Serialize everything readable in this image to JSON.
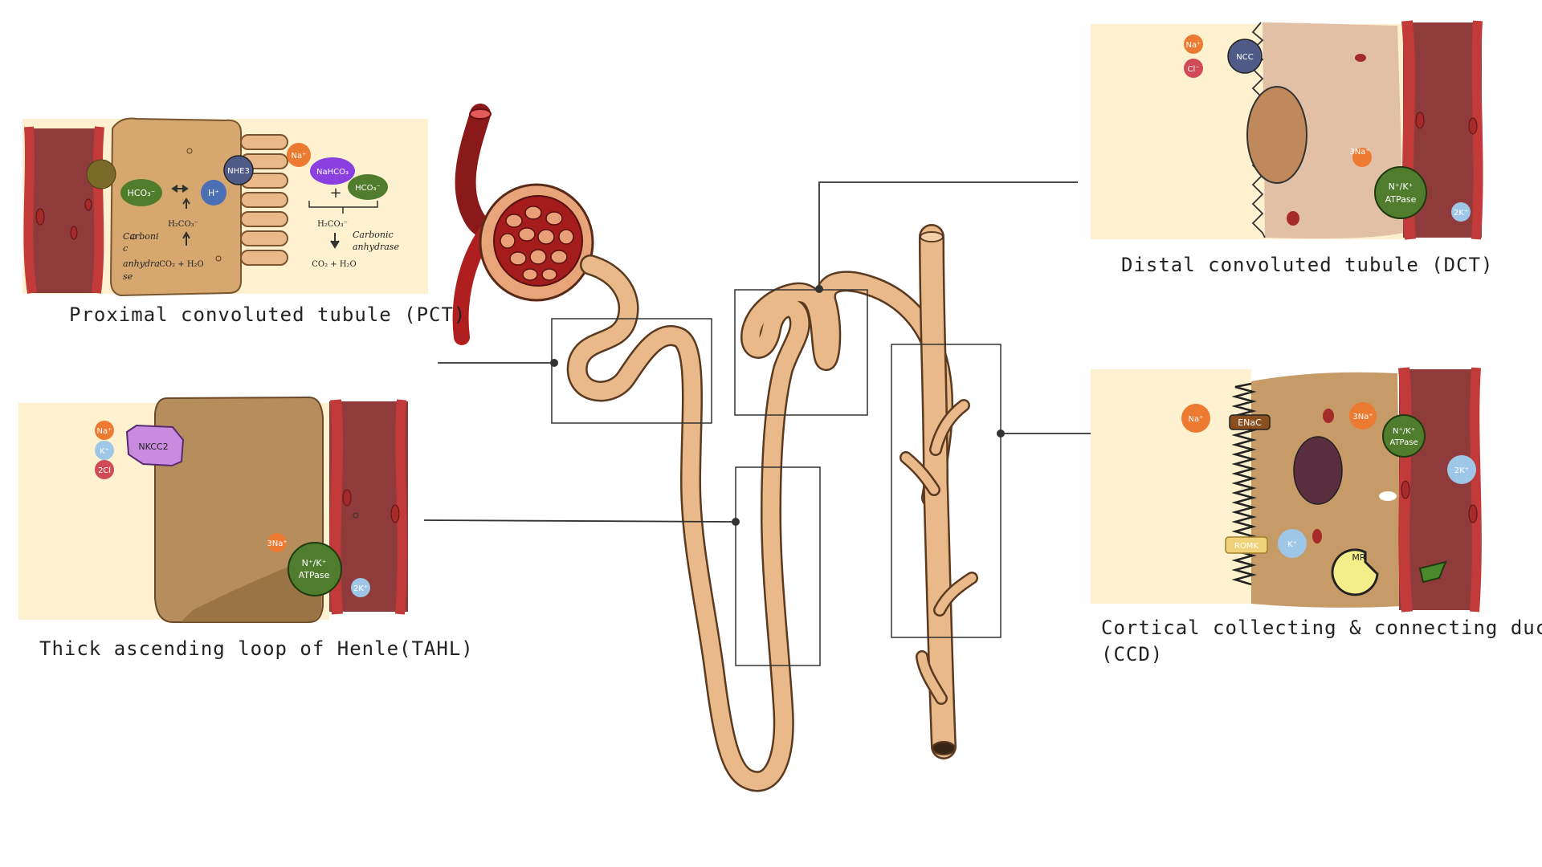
{
  "colors": {
    "panel_bg": "#fdf1cf",
    "tubule": "#e9b98a",
    "tubule_outline": "#b98a5e",
    "cell": "#d6a86f",
    "vessel": "#8f3b3b",
    "vessel_wall": "#c23a3a",
    "na": "#ec7a30",
    "k": "#9ec6e6",
    "cl": "#d04b55",
    "transporter_green": "#4f7c2d",
    "nhe3": "#4f5b86",
    "nahco3": "#8a3fe0",
    "nkcc2": "#c98be0",
    "h_plus": "#4a6fb5"
  },
  "captions": {
    "pct": "Proximal convoluted tubule (PCT)",
    "tahl": "Thick ascending loop of Henle(TAHL)",
    "dct": "Distal convoluted tubule (DCT)",
    "ccd_line1": "Cortical collecting & connecting duct",
    "ccd_line2": "(CCD)"
  },
  "pct": {
    "hco3_left": "HCO₃⁻",
    "h_plus": "H⁺",
    "nhe3": "NHE3",
    "na_plus": "Na⁺",
    "nahco3": "NaHCO₃",
    "plus_sign": "+",
    "hco3_right": "HCO₃⁻",
    "h2co3_left": "H₂CO₃⁻",
    "h2co3_right": "H₂CO₃⁻",
    "ca_left_1": "Carboni",
    "ca_left_2": "c",
    "ca_left_3": "anhydra",
    "ca_left_4": "se",
    "co2_left": "CO₂ + H₂O",
    "ca_right_1": "Carbonic",
    "ca_right_2": "anhydrase",
    "co2_right": "CO₂ + H₂O"
  },
  "tahl": {
    "na": "Na⁺",
    "k": "K⁺",
    "cl": "2Cl",
    "nkcc2": "NKCC2",
    "na3": "3Na⁺",
    "pump_1": "N⁺/K⁺",
    "pump_2": "ATPase",
    "k2": "2K⁺"
  },
  "dct": {
    "na": "Na⁺",
    "cl": "Cl⁻",
    "ncc": "NCC",
    "na3": "3Na⁺",
    "pump_1": "N⁺/K⁺",
    "pump_2": "ATPase",
    "k2": "2K⁺"
  },
  "ccd": {
    "na": "Na⁺",
    "enac": "ENaC",
    "na3": "3Na⁺",
    "pump_1": "N⁺/K⁺",
    "pump_2": "ATPase",
    "k2": "2K⁺",
    "romk": "ROMK",
    "k": "K⁺",
    "mr": "MR"
  }
}
